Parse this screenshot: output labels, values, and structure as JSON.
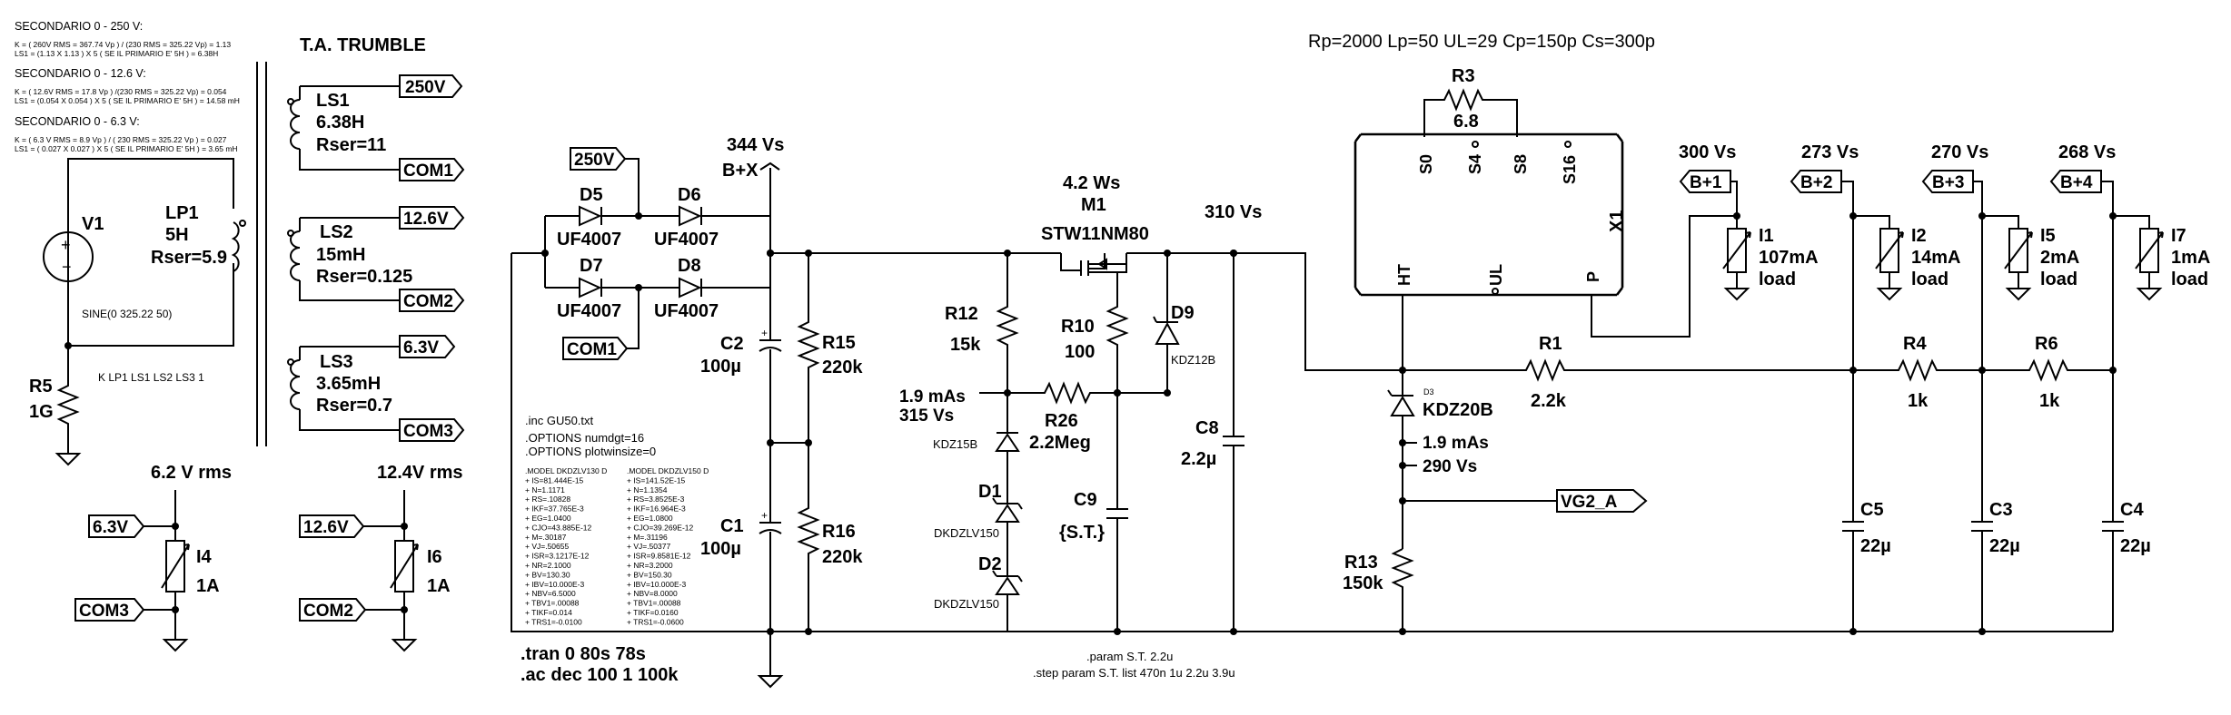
{
  "title_trumble": "T.A. TRUMBLE",
  "tube_params": "Rp=2000 Lp=50 UL=29 Cp=150p Cs=300p",
  "notes_left": [
    {
      "h": "SECONDARIO  0 - 250 V:",
      "l1": "K = ( 260V RMS = 367.74 Vp ) / (230 RMS = 325.22 Vp) = 1.13",
      "l2": "LS1 = (1.13 X 1.13 ) X 5 ( SE IL PRIMARIO E' 5H ) = 6.38H"
    },
    {
      "h": "SECONDARIO  0 - 12.6 V:",
      "l1": "K = ( 12.6V RMS = 17.8 Vp ) /(230 RMS = 325.22 Vp) = 0.054",
      "l2": "LS1 = (0.054 X 0.054 ) X 5 ( SE IL PRIMARIO E' 5H ) = 14.58 mH"
    },
    {
      "h": "SECONDARIO  0 - 6.3 V:",
      "l1": "K = ( 6.3 V RMS = 8.9 Vp ) / ( 230 RMS = 325.22 Vp ) = 0.027",
      "l2": "LS1 = ( 0.027 X 0.027 ) X 5 ( SE IL PRIMARIO E' 5H ) = 3.65 mH"
    }
  ],
  "source": {
    "name": "V1",
    "func": "SINE(0 325.22 50)"
  },
  "primary": {
    "name": "LP1",
    "value": "5H",
    "rser": "Rser=5.9"
  },
  "coupling": "K LP1 LS1 LS2 LS3 1",
  "r5": {
    "name": "R5",
    "value": "1G"
  },
  "secondaries": [
    {
      "name": "LS1",
      "value": "6.38H",
      "rser": "Rser=11",
      "flag_top": "250V",
      "flag_bot": "COM1"
    },
    {
      "name": "LS2",
      "value": "15mH",
      "rser": "Rser=0.125",
      "flag_top": "12.6V",
      "flag_bot": "COM2"
    },
    {
      "name": "LS3",
      "value": "3.65mH",
      "rser": "Rser=0.7",
      "flag_top": "6.3V",
      "flag_bot": "COM3"
    }
  ],
  "heater_loads": [
    {
      "rms": "6.2 V rms",
      "flag_top": "6.3V",
      "flag_bot": "COM3",
      "name": "I4",
      "value": "1A"
    },
    {
      "rms": "12.4V rms",
      "flag_top": "12.6V",
      "flag_bot": "COM2",
      "name": "I6",
      "value": "1A"
    }
  ],
  "rectifier": {
    "flag_in": "250V",
    "flag_com": "COM1",
    "diodes": [
      {
        "name": "D5",
        "model": "UF4007"
      },
      {
        "name": "D6",
        "model": "UF4007"
      },
      {
        "name": "D7",
        "model": "UF4007"
      },
      {
        "name": "D8",
        "model": "UF4007"
      }
    ]
  },
  "rails": {
    "b_plus_x_v": "344 Vs",
    "b_plus_x": "B+X",
    "v310": "310 Vs"
  },
  "caps": {
    "c2": {
      "name": "C2",
      "value": "100µ"
    },
    "c1": {
      "name": "C1",
      "value": "100µ"
    },
    "c8": {
      "name": "C8",
      "value": "2.2µ"
    },
    "c9": {
      "name": "C9",
      "value": "{S.T.}"
    },
    "c5": {
      "name": "C5",
      "value": "22µ"
    },
    "c3": {
      "name": "C3",
      "value": "22µ"
    },
    "c4": {
      "name": "C4",
      "value": "22µ"
    }
  },
  "resistors": {
    "r15": {
      "name": "R15",
      "value": "220k"
    },
    "r16": {
      "name": "R16",
      "value": "220k"
    },
    "r12": {
      "name": "R12",
      "value": "15k"
    },
    "r10": {
      "name": "R10",
      "value": "100"
    },
    "r26": {
      "name": "R26",
      "value": "2.2Meg"
    },
    "r1": {
      "name": "R1",
      "value": "2.2k"
    },
    "r4": {
      "name": "R4",
      "value": "1k"
    },
    "r6": {
      "name": "R6",
      "value": "1k"
    },
    "r13": {
      "name": "R13",
      "value": "150k"
    },
    "r3": {
      "name": "R3",
      "value": "6.8"
    }
  },
  "mosfet": {
    "ws": "4.2 Ws",
    "name": "M1",
    "model": "STW11NM80"
  },
  "zeners": {
    "d9": {
      "name": "D9",
      "model": "KDZ12B"
    },
    "kdz15": "KDZ15B",
    "d1": {
      "name": "D1",
      "model": "DKDZLV150"
    },
    "d2": {
      "name": "D2",
      "model": "DKDZLV150"
    },
    "d3": {
      "name": "D3",
      "model": "KDZ20B"
    }
  },
  "gate_readout": {
    "ma": "1.9 mAs",
    "vs": "315 Vs"
  },
  "tube": {
    "name": "X1",
    "pins": [
      "S0",
      "S4",
      "S8",
      "S16",
      "HT",
      "UL",
      "P"
    ]
  },
  "tube_readout": {
    "ma": "1.9 mAs",
    "vs": "290 Vs"
  },
  "vg2_flag": "VG2_A",
  "loads": [
    {
      "v": "300 Vs",
      "flag": "B+1",
      "name": "I1",
      "value": "107mA",
      "word": "load"
    },
    {
      "v": "273 Vs",
      "flag": "B+2",
      "name": "I2",
      "value": "14mA",
      "word": "load"
    },
    {
      "v": "270 Vs",
      "flag": "B+3",
      "name": "I5",
      "value": "2mA",
      "word": "load"
    },
    {
      "v": "268 Vs",
      "flag": "B+4",
      "name": "I7",
      "value": "1mA",
      "word": "load"
    }
  ],
  "directives": {
    "inc": ".inc GU50.txt",
    "opt1": ".OPTIONS numdgt=16",
    "opt2": ".OPTIONS plotwinsize=0",
    "tran": ".tran 0 80s 78s",
    "ac": ".ac dec 100 1 100k",
    "param": ".param S.T. 2.2u",
    "step": ".step param S.T. list 470n 1u 2.2u 3.9u"
  },
  "model_a": [
    ".MODEL DKDZLV130 D",
    "+ IS=81.444E-15",
    "+ N=1.1171",
    "+ RS=.10828",
    "+ IKF=37.765E-3",
    "+ EG=1.0400",
    "+ CJO=43.885E-12",
    "+ M=.30187",
    "+ VJ=.50655",
    "+ ISR=3.1217E-12",
    "+ NR=2.1000",
    "+ BV=130.30",
    "+ IBV=10.000E-3",
    "+ NBV=6.5000",
    "+ TBV1=.00088",
    "+ TIKF=0.014",
    "+ TRS1=-0.0100"
  ],
  "model_b": [
    ".MODEL DKDZLV150 D",
    "+ IS=141.52E-15",
    "+ N=1.1354",
    "+ RS=3.8525E-3",
    "+ IKF=16.964E-3",
    "+ EG=1.0800",
    "+ CJO=39.269E-12",
    "+ M=.31196",
    "+ VJ=.50377",
    "+ ISR=9.8581E-12",
    "+ NR=3.2000",
    "+ BV=150.30",
    "+ IBV=10.000E-3",
    "+ NBV=8.0000",
    "+ TBV1=.00088",
    "+ TIKF=0.0160",
    "+ TRS1=-0.0600"
  ]
}
